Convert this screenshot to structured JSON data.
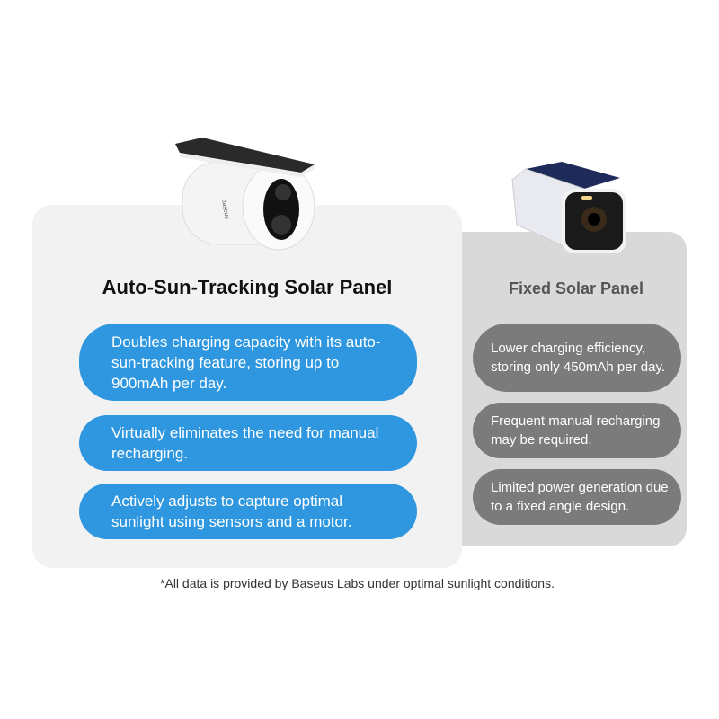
{
  "left": {
    "title": "Auto-Sun-Tracking Solar Panel",
    "logo_text": "baseus",
    "features": [
      "Doubles charging capacity with its auto-sun-tracking feature, storing up to 900mAh per day.",
      "Virtually eliminates the need for manual recharging.",
      "Actively adjusts to capture optimal sunlight using sensors and a motor."
    ]
  },
  "right": {
    "title": "Fixed Solar Panel",
    "features": [
      "Lower charging efficiency, storing only 450mAh per day.",
      "Frequent manual recharging may be required.",
      "Limited power generation due to a fixed angle design."
    ]
  },
  "footnote": "*All data is provided by Baseus Labs under optimal sunlight conditions.",
  "colors": {
    "accent_blue": "#2f97e0",
    "gray_pill": "#7b7b7b",
    "left_bg": "#f2f2f2",
    "right_bg": "#d9d9d9"
  }
}
